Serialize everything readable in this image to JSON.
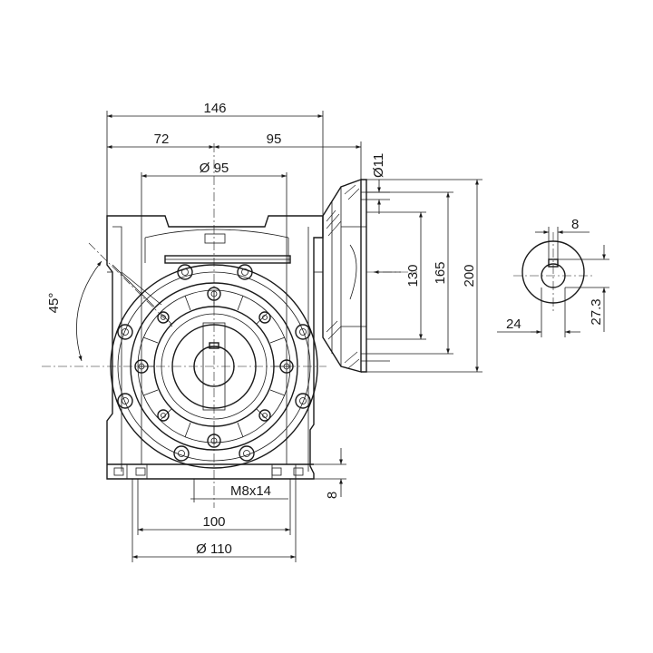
{
  "dimensions": {
    "overall_width": "146",
    "left_to_center": "72",
    "center_to_flange": "95",
    "top_bore_diameter": "Ø 95",
    "flange_hole": "Ø11",
    "flange_pilot": "130",
    "flange_pcd": "165",
    "flange_outer": "200",
    "angle": "45°",
    "thread": "M8x14",
    "foot_thickness": "8",
    "foot_spacing": "100",
    "base_diameter": "Ø 110",
    "key_width": "8",
    "shaft_diameter": "24",
    "key_height": "27.3"
  }
}
